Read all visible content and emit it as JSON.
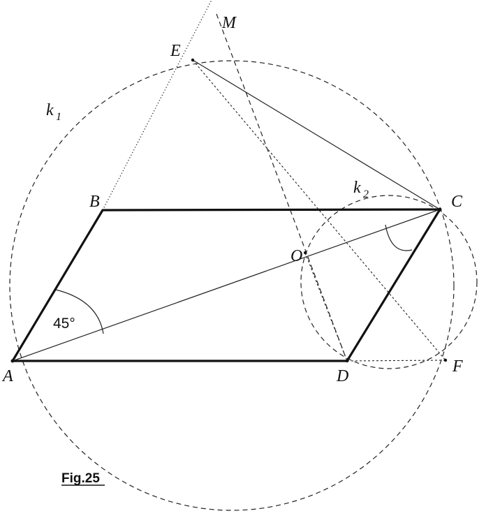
{
  "points": {
    "A": "A",
    "B": "B",
    "C": "C",
    "D": "D",
    "E": "E",
    "F": "F",
    "M": "M",
    "O": "O"
  },
  "circles": {
    "k1_letter": "k",
    "k1_sub": "1",
    "k2_letter": "k",
    "k2_sub": "2"
  },
  "angle_label": "45°",
  "caption": "Fig.25"
}
